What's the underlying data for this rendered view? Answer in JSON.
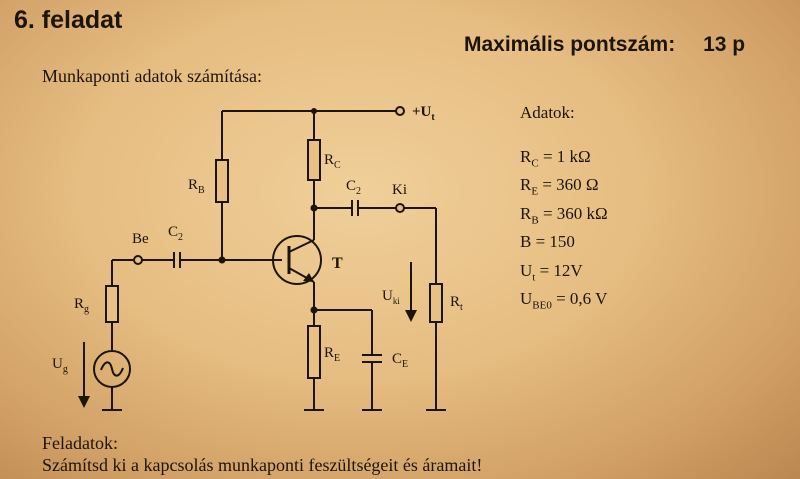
{
  "header": {
    "task_title": "6. feladat",
    "max_score_label": "Maximális pontszám:",
    "max_score_value": "13 p"
  },
  "subtitle": "Munkaponti adatok számítása:",
  "circuit": {
    "supply_label": "+U",
    "supply_sub": "t",
    "rb": {
      "main": "R",
      "sub": "B"
    },
    "rc": {
      "main": "R",
      "sub": "C"
    },
    "c2_top": {
      "main": "C",
      "sub": "2"
    },
    "ki": "Ki",
    "be": "Be",
    "c2_left": {
      "main": "C",
      "sub": "2"
    },
    "transistor": "T",
    "rg": {
      "main": "R",
      "sub": "g"
    },
    "ug": {
      "main": "U",
      "sub": "g"
    },
    "uki": {
      "main": "U",
      "sub": "ki"
    },
    "rt": {
      "main": "R",
      "sub": "t"
    },
    "re": {
      "main": "R",
      "sub": "E"
    },
    "ce": {
      "main": "C",
      "sub": "E"
    }
  },
  "data_panel": {
    "heading": "Adatok:",
    "rows": [
      {
        "main": "R",
        "sub": "C",
        "rest": " = 1 kΩ"
      },
      {
        "main": "R",
        "sub": "E",
        "rest": " = 360 Ω"
      },
      {
        "main": "R",
        "sub": "B",
        "rest": " = 360 kΩ"
      },
      {
        "main": "B",
        "sub": "",
        "rest": " = 150"
      },
      {
        "main": "U",
        "sub": "t",
        "rest": " = 12V"
      },
      {
        "main": "U",
        "sub": "BE0",
        "rest": " = 0,6 V"
      }
    ]
  },
  "tasks": {
    "heading": "Feladatok:",
    "text": "Számítsd ki a kapcsolás munkaponti feszültségeit és áramait!"
  }
}
